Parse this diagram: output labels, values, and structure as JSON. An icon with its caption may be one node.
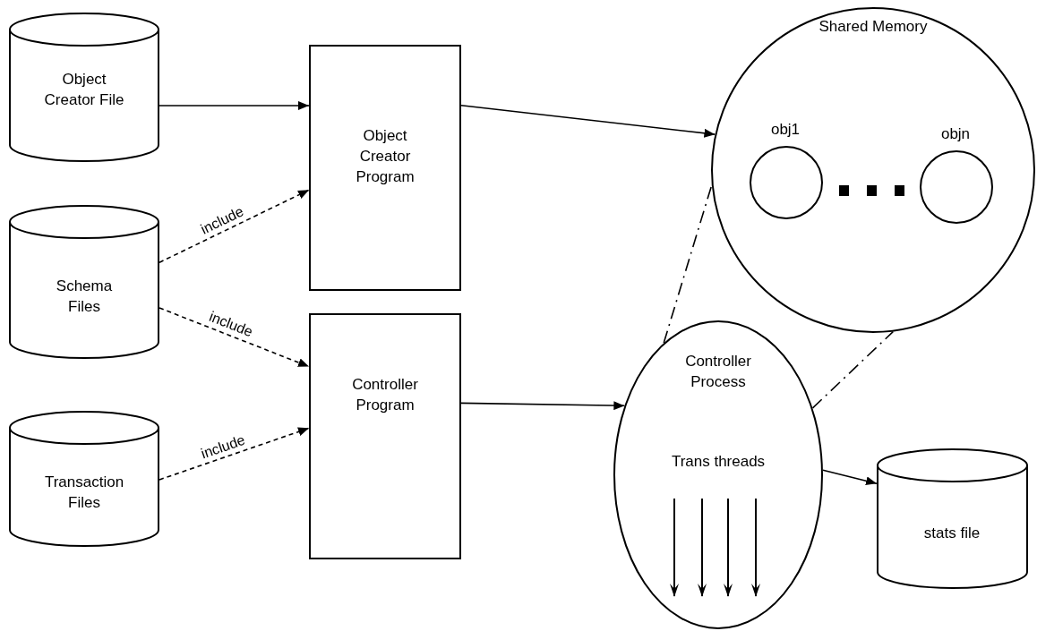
{
  "diagram": {
    "nodes": [
      {
        "text": [
          "Object Creator File"
        ]
      },
      {
        "text": [
          "Schema Files"
        ]
      },
      {
        "text": [
          "Transaction Files"
        ]
      },
      {
        "text": [
          "Object Creator Program"
        ]
      },
      {
        "text": [
          "Controller Program"
        ]
      },
      {
        "text": [
          "Shared Memory"
        ]
      },
      {
        "text": [
          "obj1"
        ],
        "in": 5
      },
      {
        "text": [
          "objn"
        ],
        "in": 5
      },
      {
        "text": [
          "Controller Process",
          "Trans threads"
        ]
      },
      {
        "text": [
          "stats file"
        ]
      }
    ],
    "edges": [
      {
        "from": 0,
        "to": 3,
        "arrow": "to"
      },
      {
        "from": 1,
        "to": 3,
        "arrow": "to",
        "label": "include",
        "style": "dashed"
      },
      {
        "from": 1,
        "to": 4,
        "arrow": "to",
        "label": "include",
        "style": "dashed"
      },
      {
        "from": 2,
        "to": 4,
        "arrow": "to",
        "label": "include",
        "style": "dashed"
      },
      {
        "from": 3,
        "to": 5,
        "arrow": "to"
      },
      {
        "from": 4,
        "to": 8,
        "arrow": "to"
      },
      {
        "from": 8,
        "to": 9,
        "arrow": "to"
      },
      {
        "from": 8,
        "to": 5,
        "arrow": "none",
        "style": "dashed"
      },
      {
        "from": 8,
        "to": 5,
        "arrow": "none",
        "style": "dashed"
      }
    ]
  }
}
